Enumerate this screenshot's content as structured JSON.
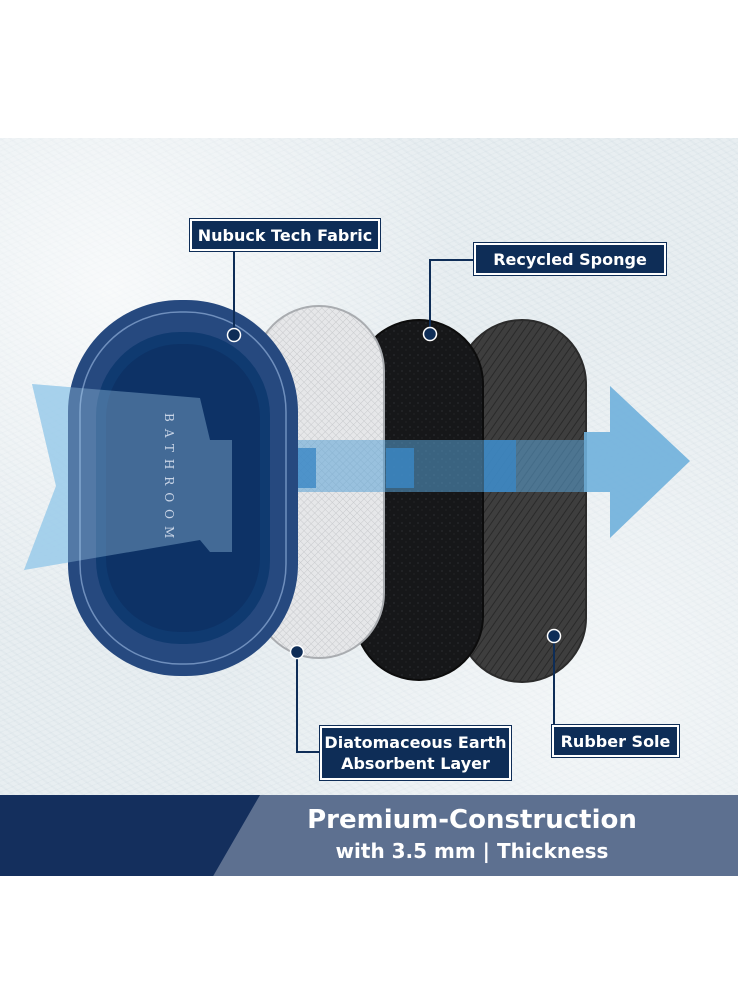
{
  "labels": {
    "top_left": "Nubuck Tech Fabric",
    "top_right": "Recycled Sponge",
    "bottom_left_line1": "Diatomaceous Earth",
    "bottom_left_line2": "Absorbent Layer",
    "bottom_right": "Rubber Sole"
  },
  "mat_text": "BATHROOM",
  "banner": {
    "title": "Premium-Construction",
    "subtitle": "with 3.5 mm | Thickness"
  },
  "icons": [
    "arrow-left-icon",
    "arrow-right-icon"
  ],
  "colors": {
    "navy": "#0e2d57",
    "banner_light": "#5d7090",
    "banner_dark": "#142f5d",
    "arrow_blue": "#6fb0dc"
  }
}
